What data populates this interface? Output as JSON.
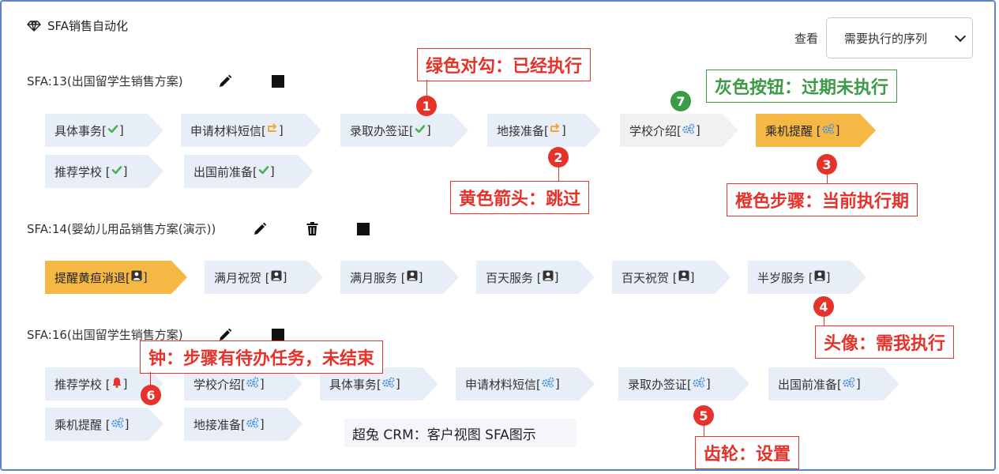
{
  "header": {
    "title": "SFA销售自动化",
    "icon": "diamond-icon"
  },
  "view": {
    "label": "查看",
    "selected": "需要执行的序列"
  },
  "sequences": [
    {
      "title": "SFA:13(出国留学生销售方案)",
      "steps": [
        {
          "label": "具体事务[",
          "close": "]",
          "status": "check"
        },
        {
          "label": "申请材料短信[",
          "close": "]",
          "status": "skip"
        },
        {
          "label": "录取办签证[",
          "close": "]",
          "status": "check"
        },
        {
          "label": "地接准备[",
          "close": "]",
          "status": "skip"
        },
        {
          "label": "学校介绍[",
          "close": "]",
          "status": "gear"
        },
        {
          "label": "乘机提醒 [",
          "close": "]",
          "status": "gear"
        },
        {
          "label": "推荐学校 [",
          "close": "]",
          "status": "check"
        },
        {
          "label": "出国前准备[",
          "close": "]",
          "status": "check"
        }
      ]
    },
    {
      "title": "SFA:14(婴幼儿用品销售方案(演示))",
      "steps": [
        {
          "label": "提醒黄疸消退[",
          "close": "]",
          "status": "avatar"
        },
        {
          "label": "满月祝贺 [",
          "close": "]",
          "status": "avatar"
        },
        {
          "label": "满月服务 [",
          "close": "]",
          "status": "avatar"
        },
        {
          "label": "百天服务 [",
          "close": "]",
          "status": "avatar"
        },
        {
          "label": "百天祝贺 [",
          "close": "]",
          "status": "avatar"
        },
        {
          "label": "半岁服务 [",
          "close": "]",
          "status": "avatar"
        }
      ]
    },
    {
      "title": "SFA:16(出国留学生销售方案)",
      "steps": [
        {
          "label": "推荐学校 [",
          "close": "]",
          "status": "bell"
        },
        {
          "label": "学校介绍[",
          "close": "]",
          "status": "gear"
        },
        {
          "label": "具体事务[",
          "close": "]",
          "status": "gear"
        },
        {
          "label": "申请材料短信[",
          "close": "]",
          "status": "gear"
        },
        {
          "label": "录取办签证[",
          "close": "]",
          "status": "gear"
        },
        {
          "label": "出国前准备[",
          "close": "]",
          "status": "gear"
        },
        {
          "label": "乘机提醒 [",
          "close": "]",
          "status": "gear"
        },
        {
          "label": "地接准备[",
          "close": "]",
          "status": "gear"
        }
      ]
    }
  ],
  "annotations": [
    {
      "num": "1",
      "text": "绿色对勾：已经执行",
      "color": "#e5322b"
    },
    {
      "num": "2",
      "text": "黄色箭头：跳过",
      "color": "#e5322b"
    },
    {
      "num": "3",
      "text": "橙色步骤：当前执行期",
      "color": "#e5322b"
    },
    {
      "num": "4",
      "text": "头像：需我执行",
      "color": "#e5322b"
    },
    {
      "num": "5",
      "text": "齿轮：设置",
      "color": "#e5322b"
    },
    {
      "num": "6",
      "text": "钟：步骤有待办任务，未结束",
      "color": "#e5322b"
    },
    {
      "num": "7",
      "text": "灰色按钮：过期未执行",
      "color": "#3d9a46"
    }
  ],
  "caption": "超兔 CRM：客户视图 SFA图示",
  "colors": {
    "step_blue": "#e8eef8",
    "step_grey": "#f1f1f1",
    "step_current": "#f6b845",
    "check": "#4caf50",
    "skip": "#f0a830",
    "gear": "#4a8fdc",
    "bell": "#e5322b"
  }
}
